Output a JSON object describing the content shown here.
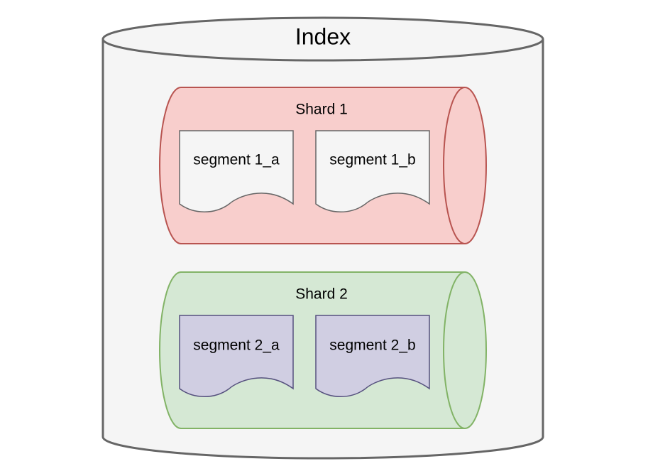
{
  "index": {
    "title": "Index",
    "colors": {
      "fill": "#f5f5f5",
      "stroke": "#666666"
    }
  },
  "shards": [
    {
      "label": "Shard 1",
      "colors": {
        "fill": "#f8cecc",
        "stroke": "#b85450"
      },
      "segments": [
        {
          "label": "segment 1_a",
          "colors": {
            "fill": "#f5f5f5",
            "stroke": "#666666"
          }
        },
        {
          "label": "segment 1_b",
          "colors": {
            "fill": "#f5f5f5",
            "stroke": "#666666"
          }
        }
      ]
    },
    {
      "label": "Shard 2",
      "colors": {
        "fill": "#d5e8d4",
        "stroke": "#82b366"
      },
      "segments": [
        {
          "label": "segment 2_a",
          "colors": {
            "fill": "#d0cee2",
            "stroke": "#56517e"
          }
        },
        {
          "label": "segment 2_b",
          "colors": {
            "fill": "#d0cee2",
            "stroke": "#56517e"
          }
        }
      ]
    }
  ]
}
